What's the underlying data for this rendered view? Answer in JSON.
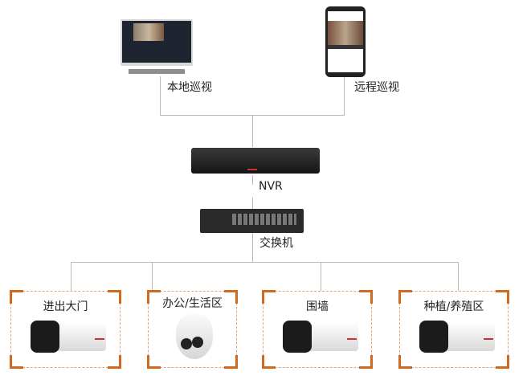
{
  "clients": {
    "local_label": "本地巡视",
    "remote_label": "远程巡视"
  },
  "nvr": {
    "label": "NVR"
  },
  "switch": {
    "label": "交换机"
  },
  "cameras": [
    {
      "label": "进出大门",
      "type": "bullet"
    },
    {
      "label": "办公/生活区",
      "type": "dome"
    },
    {
      "label": "围墙",
      "type": "bullet"
    },
    {
      "label": "种植/养殖区",
      "type": "bullet"
    }
  ],
  "colors": {
    "corner": "#d2691e",
    "line": "#b9b9b9"
  }
}
